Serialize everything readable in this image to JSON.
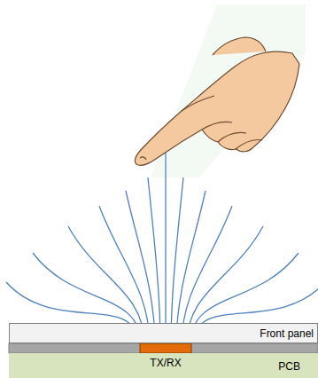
{
  "diagram": {
    "nodes": [
      {
        "text": [
          "Front panel"
        ]
      },
      {
        "text": [
          "TX/RX",
          "PCB"
        ]
      }
    ]
  }
}
